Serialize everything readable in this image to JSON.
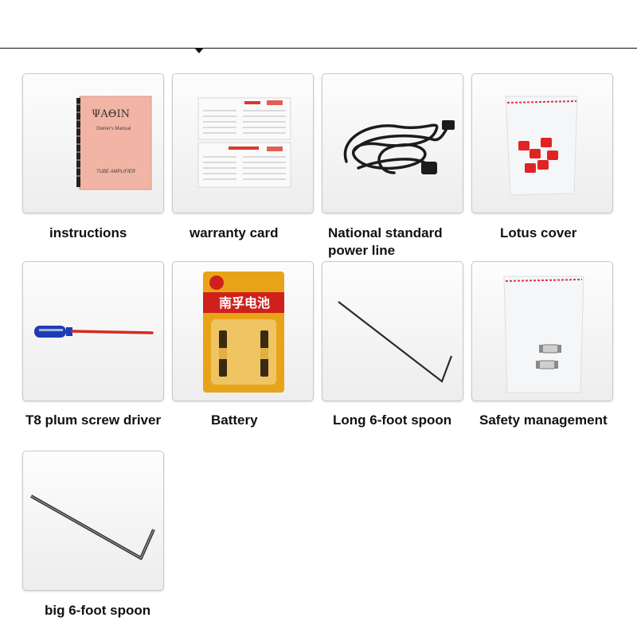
{
  "items": [
    {
      "label": "instructions",
      "icon": "instruction-manual-icon",
      "manual": {
        "brand": "ΨAΘIN",
        "subtitle": "Owner's Manual",
        "title": "TUBE AMPLIFIER"
      }
    },
    {
      "label": "warranty card",
      "icon": "warranty-card-icon"
    },
    {
      "label": "National standard",
      "label2": "power line",
      "icon": "power-cord-icon"
    },
    {
      "label": "Lotus cover",
      "icon": "lotus-cover-bag-icon"
    },
    {
      "label": "T8 plum screw driver",
      "icon": "screwdriver-icon"
    },
    {
      "label": "Battery",
      "icon": "battery-pack-icon",
      "battery": {
        "brand": "南孚电池"
      }
    },
    {
      "label": "Long 6-foot spoon",
      "icon": "long-hex-key-icon"
    },
    {
      "label": "Safety management",
      "icon": "fuse-bag-icon"
    },
    {
      "label": "big 6-foot spoon",
      "icon": "big-hex-key-icon"
    }
  ],
  "colors": {
    "manual_cover": "#f2b4a4",
    "battery_card": "#e8a418",
    "battery_band": "#d0201c",
    "lotus_cap": "#e02424",
    "screwdriver_shaft": "#d42a1e",
    "screwdriver_handle": "#1e3cb4"
  }
}
